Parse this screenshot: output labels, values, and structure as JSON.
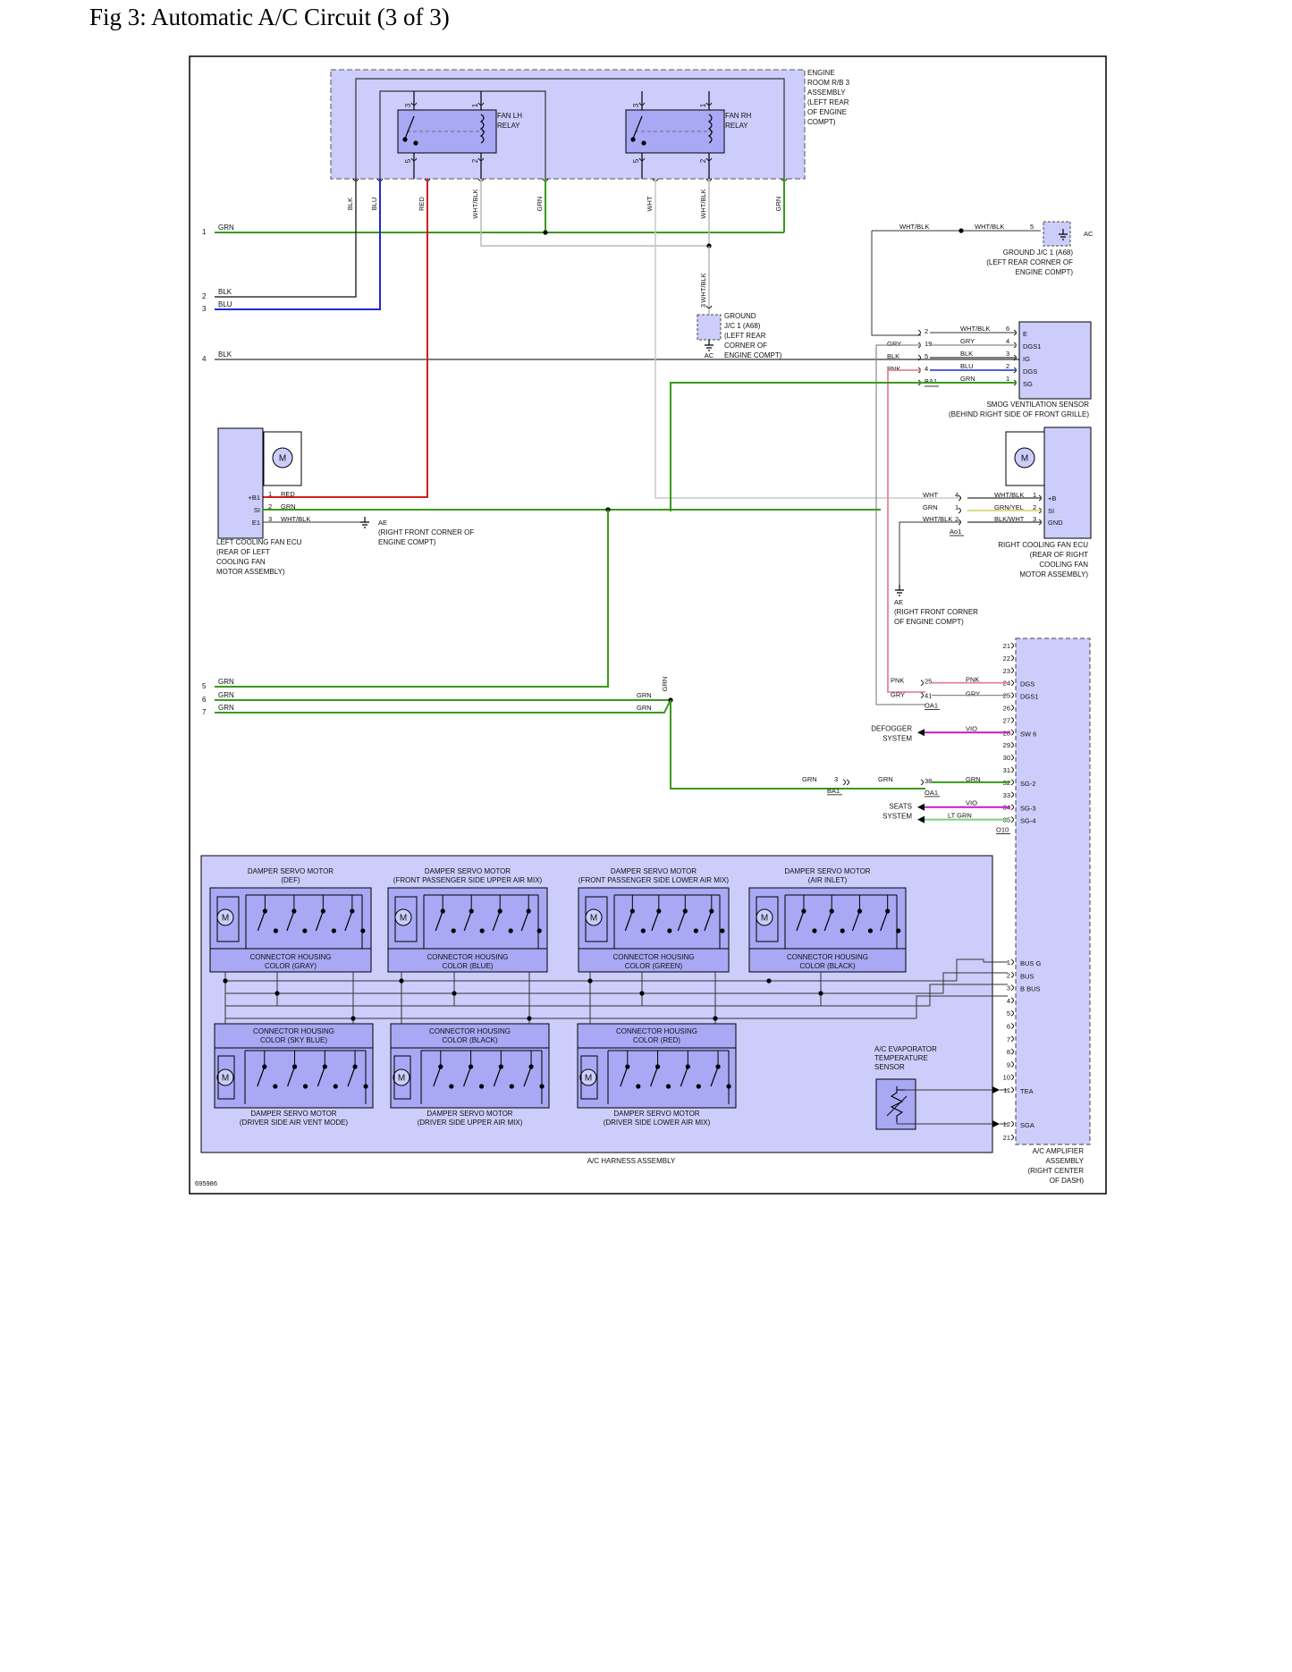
{
  "figure": {
    "title": "Fig 3: Automatic A/C Circuit (3 of 3)",
    "diagram_id": "695986"
  },
  "engine_room_rb": {
    "label": [
      "ENGINE",
      "ROOM R/B 3",
      "ASSEMBLY",
      "(LEFT REAR",
      "OF ENGINE",
      "COMPT)"
    ],
    "fan_lh_relay": [
      "FAN LH",
      "RELAY"
    ],
    "fan_rh_relay": [
      "FAN RH",
      "RELAY"
    ],
    "pins_top": [
      "3",
      "1",
      "3",
      "1"
    ],
    "pins_bottom": [
      "5",
      "2",
      "5",
      "2"
    ]
  },
  "vertical_wires": [
    "BLK",
    "BLU",
    "RED",
    "WHT/BLK",
    "GRN",
    "WHT",
    "WHT/BLK",
    "GRN"
  ],
  "left_connectors": [
    {
      "pin": "1",
      "color": "GRN"
    },
    {
      "pin": "2",
      "color": "BLK"
    },
    {
      "pin": "3",
      "color": "BLU"
    },
    {
      "pin": "4",
      "color": "BLK"
    },
    {
      "pin": "5",
      "color": "GRN"
    },
    {
      "pin": "6",
      "color": "GRN"
    },
    {
      "pin": "7",
      "color": "GRN"
    }
  ],
  "ground_jc1_top": {
    "wire_a": "WHT/BLK",
    "wire_b": "WHT/BLK",
    "pin": "5",
    "tag": "AC",
    "label": [
      "GROUND J/C 1 (A68)",
      "(LEFT REAR CORNER OF",
      "ENGINE COMPT)"
    ]
  },
  "ground_jc1_mid": {
    "wire": "WHT/BLK",
    "pin": "3",
    "tag": "AC",
    "label": [
      "GROUND",
      "J/C 1 (A68)",
      "(LEFT REAR",
      "CORNER OF",
      "ENGINE COMPT)"
    ]
  },
  "smog_sensor": {
    "rows": [
      {
        "lwire": "",
        "lpin": "2",
        "rwire": "WHT/BLK",
        "rpin": "6",
        "term": "E"
      },
      {
        "lwire": "GRY",
        "lpin": "19",
        "rwire": "GRY",
        "rpin": "4",
        "term": "DGS1"
      },
      {
        "lwire": "BLK",
        "lpin": "5",
        "rwire": "BLK",
        "rpin": "3",
        "term": "IG"
      },
      {
        "lwire": "PNK",
        "lpin": "4",
        "rwire": "BLU",
        "rpin": "2",
        "term": "DGS"
      },
      {
        "lwire": "",
        "lpin": "BA1",
        "rwire": "GRN",
        "rpin": "1",
        "term": "SG"
      }
    ],
    "label": [
      "SMOG VENTILATION SENSOR",
      "(BEHIND RIGHT SIDE OF FRONT GRILLE)"
    ]
  },
  "left_fan_ecu": {
    "terms": [
      "+B1",
      "SI",
      "E1"
    ],
    "pins": [
      "1",
      "2",
      "3"
    ],
    "wires": [
      "RED",
      "GRN",
      "WHT/BLK"
    ],
    "label": [
      "LEFT COOLING FAN ECU",
      "(REAR OF LEFT",
      "COOLING FAN",
      "MOTOR ASSEMBLY)"
    ],
    "ground_tag": "AE",
    "ground_label": [
      "(RIGHT FRONT CORNER OF",
      "ENGINE COMPT)"
    ]
  },
  "right_fan_ecu": {
    "rows": [
      {
        "lwire": "WHT",
        "lpin": "4",
        "rwire": "WHT/BLK",
        "rpin": "1",
        "term": "+B"
      },
      {
        "lwire": "GRN",
        "lpin": "1",
        "rwire": "GRN/YEL",
        "rpin": "2",
        "term": "SI"
      },
      {
        "lwire": "WHT/BLK",
        "lpin": "2",
        "rwire": "BLK/WHT",
        "rpin": "3",
        "term": "GND"
      }
    ],
    "connector": "Ao1",
    "label": [
      "RIGHT COOLING FAN ECU",
      "(REAR OF RIGHT",
      "COOLING FAN",
      "MOTOR ASSEMBLY)"
    ],
    "ground_tag": "AE",
    "ground_label": [
      "(RIGHT FRONT CORNER",
      "OF ENGINE COMPT)"
    ]
  },
  "amplifier": {
    "upper_pins": [
      "21",
      "22",
      "23",
      "24",
      "25",
      "26",
      "27",
      "28",
      "29",
      "30",
      "31",
      "32",
      "33",
      "34",
      "35"
    ],
    "upper_terms": {
      "24": "DGS",
      "25": "DGS1",
      "28": "SW 6",
      "32": "SG-2",
      "34": "SG-3",
      "35": "SG-4"
    },
    "pnk_row": {
      "lwire": "PNK",
      "lpin": "25",
      "rwire": "PNK"
    },
    "gry_row": {
      "lwire": "GRY",
      "lpin": "41",
      "rwire": "GRY"
    },
    "oa1": "OA1",
    "o10": "O10",
    "defogger": {
      "wire": "VIO",
      "label": [
        "DEFOGGER",
        "SYSTEM"
      ]
    },
    "seats": {
      "wire1": "VIO",
      "wire2": "LT GRN",
      "label": [
        "SEATS",
        "SYSTEM"
      ]
    },
    "sg2_row": {
      "wire_a": "GRN",
      "pin_a": "3",
      "conn_a": "BA1",
      "wire_b": "GRN",
      "pin_b": "38",
      "conn_b": "OA1",
      "wire_c": "GRN"
    },
    "lower_pins": [
      "1",
      "2",
      "3",
      "4",
      "5",
      "6",
      "7",
      "8",
      "9",
      "10",
      "11",
      "12",
      "21"
    ],
    "lower_terms": {
      "1": "BUS G",
      "2": "BUS",
      "3": "B BUS",
      "11": "TEA",
      "12": "SGA"
    },
    "label": [
      "A/C AMPLIFIER",
      "ASSEMBLY",
      "(RIGHT CENTER",
      "OF DASH)"
    ]
  },
  "harness": {
    "label": "A/C HARNESS ASSEMBLY",
    "top_servos": [
      {
        "title": [
          "DAMPER SERVO MOTOR",
          "(DEF)"
        ],
        "housing": [
          "CONNECTOR HOUSING",
          "COLOR (GRAY)"
        ]
      },
      {
        "title": [
          "DAMPER SERVO MOTOR",
          "(FRONT PASSENGER SIDE UPPER AIR MIX)"
        ],
        "housing": [
          "CONNECTOR HOUSING",
          "COLOR (BLUE)"
        ]
      },
      {
        "title": [
          "DAMPER SERVO MOTOR",
          "(FRONT PASSENGER SIDE LOWER AIR MIX)"
        ],
        "housing": [
          "CONNECTOR HOUSING",
          "COLOR (GREEN)"
        ]
      },
      {
        "title": [
          "DAMPER SERVO MOTOR",
          "(AIR INLET)"
        ],
        "housing": [
          "CONNECTOR HOUSING",
          "COLOR (BLACK)"
        ]
      }
    ],
    "bottom_servos": [
      {
        "title": [
          "DAMPER SERVO MOTOR",
          "(DRIVER SIDE AIR VENT MODE)"
        ],
        "housing": [
          "CONNECTOR HOUSING",
          "COLOR (SKY BLUE)"
        ]
      },
      {
        "title": [
          "DAMPER SERVO MOTOR",
          "(DRIVER SIDE UPPER AIR MIX)"
        ],
        "housing": [
          "CONNECTOR HOUSING",
          "COLOR (BLACK)"
        ]
      },
      {
        "title": [
          "DAMPER SERVO MOTOR",
          "(DRIVER SIDE LOWER AIR MIX)"
        ],
        "housing": [
          "CONNECTOR HOUSING",
          "COLOR (RED)"
        ]
      }
    ],
    "evap_sensor": [
      "A/C EVAPORATOR",
      "TEMPERATURE",
      "SENSOR"
    ]
  },
  "colors": {
    "grn": "#3a9a1a",
    "red": "#d21e1e",
    "blu": "#1f2ad0",
    "blk": "#333333",
    "wht": "#b9b9b9",
    "pnk": "#e6869a",
    "vio": "#c21ac8",
    "ltgrn": "#7ed07e",
    "gryw": "#8a8a8a",
    "fill": "#cccdfb",
    "fill2": "#a8a8f4"
  }
}
